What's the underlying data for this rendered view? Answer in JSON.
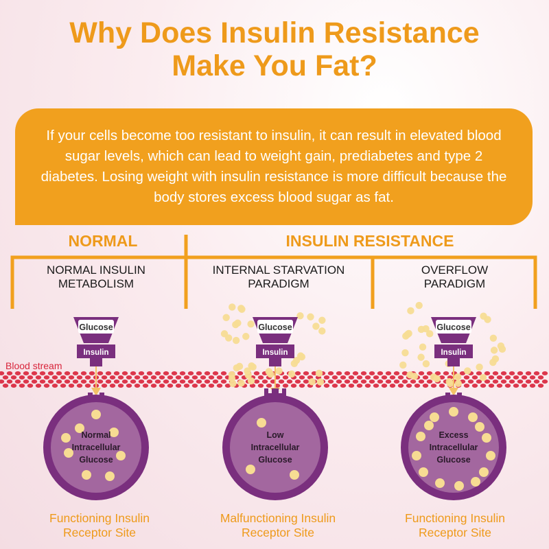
{
  "title": {
    "line1": "Why Does Insulin Resistance",
    "line2": "Make You Fat?"
  },
  "intro": "If your cells become too resistant to insulin, it can result in elevated blood sugar levels, which can lead to weight gain, prediabetes and type 2 diabetes. Losing weight with insulin resistance is more difficult because the body stores excess blood sugar as fat.",
  "headers": {
    "normal": "NORMAL",
    "resistance": "INSULIN RESISTANCE"
  },
  "blood_stream_label": "Blood stream",
  "columns": [
    {
      "heading": [
        "NORMAL INSULIN",
        "METABOLISM"
      ],
      "glucose": "Glucose",
      "insulin": "Insulin",
      "cell_text": [
        "Normal",
        "Intracellular",
        "Glucose"
      ],
      "caption": [
        "Functioning Insulin",
        "Receptor Site"
      ]
    },
    {
      "heading": [
        "INTERNAL STARVATION",
        "PARADIGM"
      ],
      "glucose": "Glucose",
      "insulin": "Insulin",
      "cell_text": [
        "Low",
        "Intracellular",
        "Glucose"
      ],
      "caption": [
        "Malfunctioning Insulin",
        "Receptor Site"
      ]
    },
    {
      "heading": [
        "OVERFLOW",
        "PARADIGM"
      ],
      "glucose": "Glucose",
      "insulin": "Insulin",
      "cell_text": [
        "Excess",
        "Intracellular",
        "Glucose"
      ],
      "caption": [
        "Functioning Insulin",
        "Receptor Site"
      ]
    }
  ],
  "colors": {
    "orange": "#f1a01e",
    "purple": "#7a2f7e",
    "cell_fill": "#a3679f",
    "glucose_dot": "#f7dc93",
    "blood_red": "#d8243a"
  }
}
